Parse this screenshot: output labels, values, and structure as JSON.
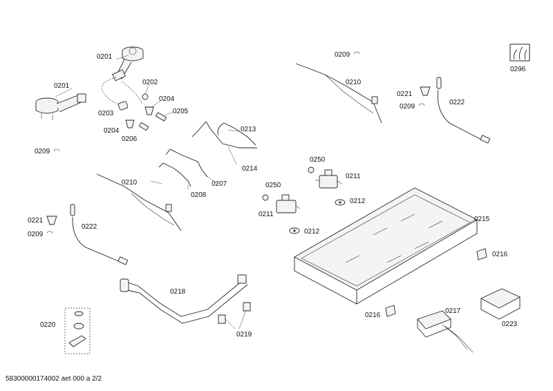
{
  "labels": {
    "l0201a": "0201",
    "l0201b": "0201",
    "l0202": "0202",
    "l0203": "0203",
    "l0204a": "0204",
    "l0204b": "0204",
    "l0205": "0205",
    "l0206": "0206",
    "l0209a": "0209",
    "l0209b": "0209",
    "l0209c": "0209",
    "l0209d": "0209",
    "l0210a": "0210",
    "l0210b": "0210",
    "l0211a": "0211",
    "l0211b": "0211",
    "l0212a": "0212",
    "l0212b": "0212",
    "l0213": "0213",
    "l0214": "0214",
    "l0207": "0207",
    "l0208": "0208",
    "l0215": "0215",
    "l0216a": "0216",
    "l0216b": "0216",
    "l0217": "0217",
    "l0218": "0218",
    "l0219": "0219",
    "l0220": "0220",
    "l0221a": "0221",
    "l0221b": "0221",
    "l0222a": "0222",
    "l0222b": "0222",
    "l0223": "0223",
    "l0250a": "0250",
    "l0250b": "0250",
    "l0296": "0296"
  },
  "footer": "58300000174002 aet 000 a 2/2"
}
